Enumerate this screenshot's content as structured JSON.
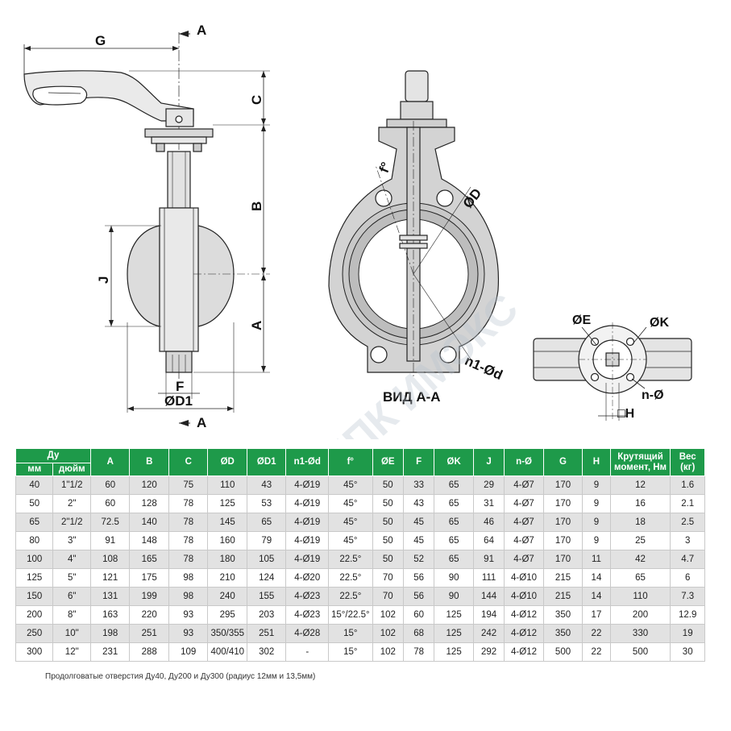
{
  "drawing": {
    "side_labels": {
      "G": "G",
      "A_top": "A",
      "C": "C",
      "B": "B",
      "J": "J",
      "A_side": "A",
      "F": "F",
      "D1": "ØD1",
      "A_bottom": "A"
    },
    "section_labels": {
      "f": "f°",
      "D": "ØD",
      "n1d": "n1-Ød",
      "caption": "ВИД А-А"
    },
    "flange_labels": {
      "E": "ØE",
      "K": "ØK",
      "n": "n-Ø",
      "H": "□H"
    }
  },
  "table": {
    "header_top": [
      "Ду",
      "A",
      "B",
      "C",
      "ØD",
      "ØD1",
      "n1-Ød",
      "f°",
      "ØE",
      "F",
      "ØK",
      "J",
      "n-Ø",
      "G",
      "H",
      "Крутящий момент, Нм",
      "Вес (кг)"
    ],
    "header_sub": [
      "мм",
      "дюйм"
    ],
    "rows": [
      [
        "40",
        "1\"1/2",
        "60",
        "120",
        "75",
        "110",
        "43",
        "4-Ø19",
        "45°",
        "50",
        "33",
        "65",
        "29",
        "4-Ø7",
        "170",
        "9",
        "12",
        "1.6"
      ],
      [
        "50",
        "2\"",
        "60",
        "128",
        "78",
        "125",
        "53",
        "4-Ø19",
        "45°",
        "50",
        "43",
        "65",
        "31",
        "4-Ø7",
        "170",
        "9",
        "16",
        "2.1"
      ],
      [
        "65",
        "2\"1/2",
        "72.5",
        "140",
        "78",
        "145",
        "65",
        "4-Ø19",
        "45°",
        "50",
        "45",
        "65",
        "46",
        "4-Ø7",
        "170",
        "9",
        "18",
        "2.5"
      ],
      [
        "80",
        "3\"",
        "91",
        "148",
        "78",
        "160",
        "79",
        "4-Ø19",
        "45°",
        "50",
        "45",
        "65",
        "64",
        "4-Ø7",
        "170",
        "9",
        "25",
        "3"
      ],
      [
        "100",
        "4\"",
        "108",
        "165",
        "78",
        "180",
        "105",
        "4-Ø19",
        "22.5°",
        "50",
        "52",
        "65",
        "91",
        "4-Ø7",
        "170",
        "11",
        "42",
        "4.7"
      ],
      [
        "125",
        "5\"",
        "121",
        "175",
        "98",
        "210",
        "124",
        "4-Ø20",
        "22.5°",
        "70",
        "56",
        "90",
        "111",
        "4-Ø10",
        "215",
        "14",
        "65",
        "6"
      ],
      [
        "150",
        "6\"",
        "131",
        "199",
        "98",
        "240",
        "155",
        "4-Ø23",
        "22.5°",
        "70",
        "56",
        "90",
        "144",
        "4-Ø10",
        "215",
        "14",
        "110",
        "7.3"
      ],
      [
        "200",
        "8\"",
        "163",
        "220",
        "93",
        "295",
        "203",
        "4-Ø23",
        "15°/22.5°",
        "102",
        "60",
        "125",
        "194",
        "4-Ø12",
        "350",
        "17",
        "200",
        "12.9"
      ],
      [
        "250",
        "10\"",
        "198",
        "251",
        "93",
        "350/355",
        "251",
        "4-Ø28",
        "15°",
        "102",
        "68",
        "125",
        "242",
        "4-Ø12",
        "350",
        "22",
        "330",
        "19"
      ],
      [
        "300",
        "12\"",
        "231",
        "288",
        "109",
        "400/410",
        "302",
        "-",
        "15°",
        "102",
        "78",
        "125",
        "292",
        "4-Ø12",
        "500",
        "22",
        "500",
        "30"
      ]
    ]
  },
  "footnote": "Продолговатые отверстия Ду40, Ду200 и Ду300 (радиус 12мм и 13,5мм)",
  "colors": {
    "header_green": "#1e9a4a",
    "row_gray": "#e2e2e2",
    "body_gray": "#d9d9d9",
    "seat": "#bdbdbd"
  }
}
